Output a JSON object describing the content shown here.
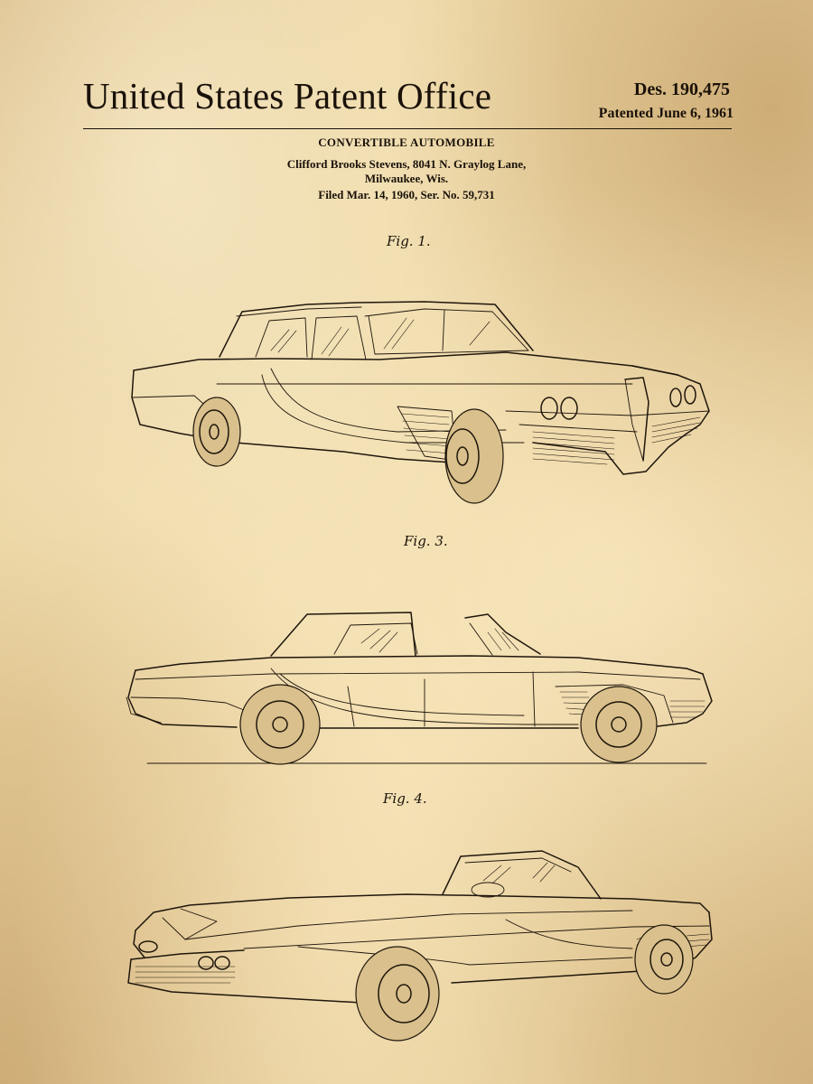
{
  "header": {
    "office": "United States Patent Office",
    "design_number": "Des. 190,475",
    "patented": "Patented June 6, 1961"
  },
  "patent": {
    "title": "CONVERTIBLE AUTOMOBILE",
    "inventor": "Clifford Brooks Stevens, 8041 N. Graylog Lane,",
    "inventor_city": "Milwaukee, Wis.",
    "filing": "Filed Mar. 14, 1960, Ser. No. 59,731"
  },
  "figures": [
    {
      "label": "Fig. 1.",
      "view": "front three-quarter perspective, hardtop"
    },
    {
      "label": "Fig. 3.",
      "view": "side elevation, roof partly removed"
    },
    {
      "label": "Fig. 4.",
      "view": "rear three-quarter perspective, convertible"
    }
  ],
  "colors": {
    "paper": "#ecd6a3",
    "ink": "#1f160c"
  }
}
